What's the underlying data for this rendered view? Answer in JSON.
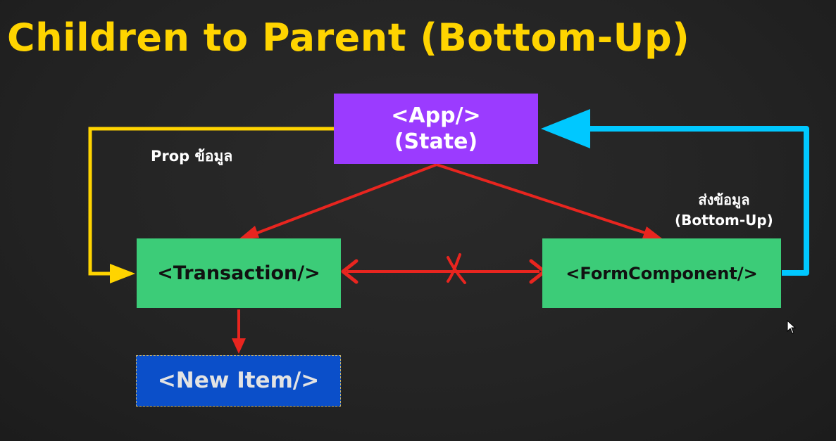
{
  "title": "Children to Parent (Bottom-Up)",
  "nodes": {
    "app": {
      "line1": "<App/>",
      "line2": "(State)"
    },
    "transaction": {
      "label": "<Transaction/>"
    },
    "form": {
      "label": "<FormComponent/>"
    },
    "new_item": {
      "label": "<New Item/>"
    }
  },
  "edge_labels": {
    "prop": "Prop ข้อมูล",
    "send_line1": "ส่งข้อมูล",
    "send_line2": "(Bottom-Up)"
  },
  "colors": {
    "title": "#ffd400",
    "app_box": "#9b3bff",
    "child_box": "#3ccc78",
    "new_item_box": "#0b4fc9",
    "prop_arrow": "#ffd400",
    "bottom_up_arrow": "#00c8ff",
    "red_arrow": "#e8251f"
  }
}
